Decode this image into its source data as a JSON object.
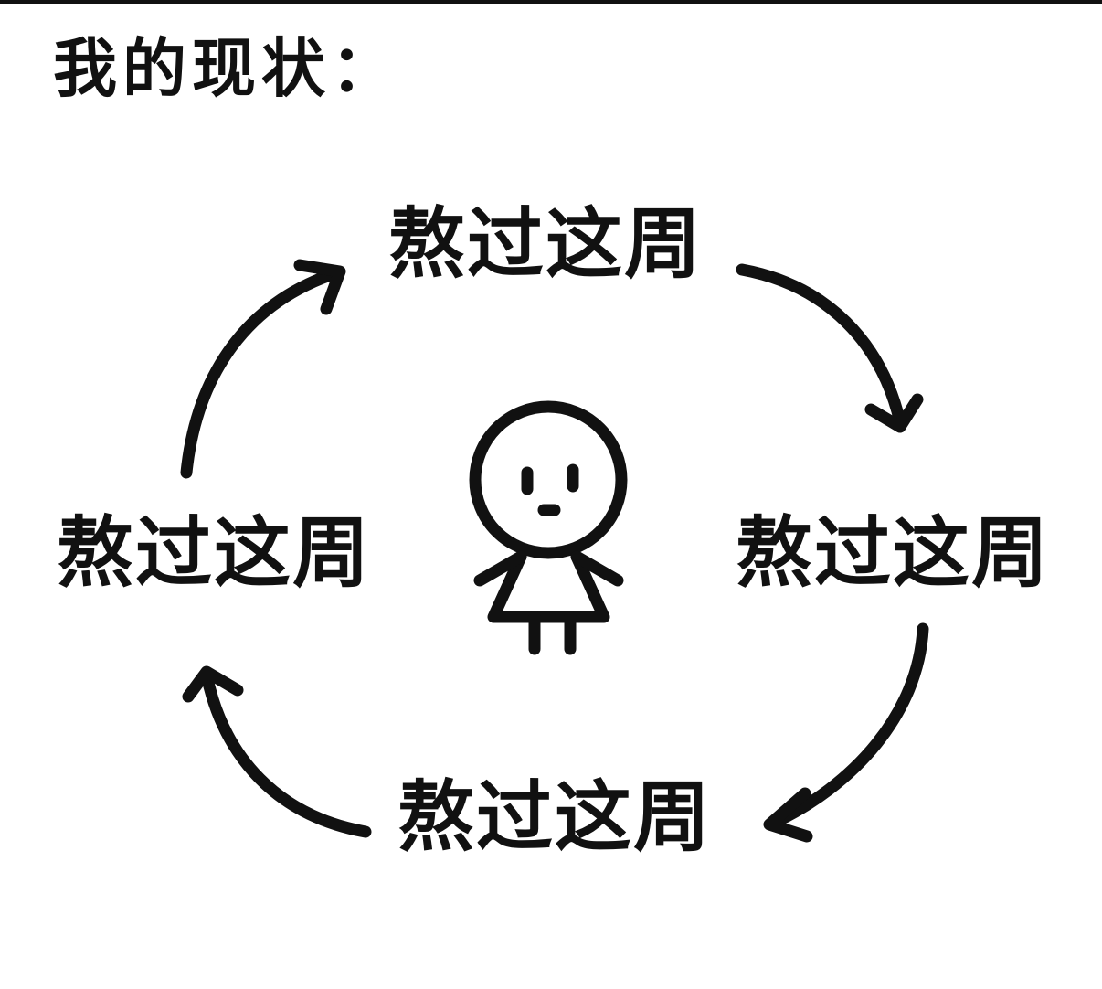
{
  "title": "我的现状：",
  "cycle": {
    "top": "熬过这周",
    "right": "熬过这周",
    "bottom": "熬过这周",
    "left": "熬过这周"
  },
  "stroke_color": "#111111",
  "background_color": "#ffffff"
}
